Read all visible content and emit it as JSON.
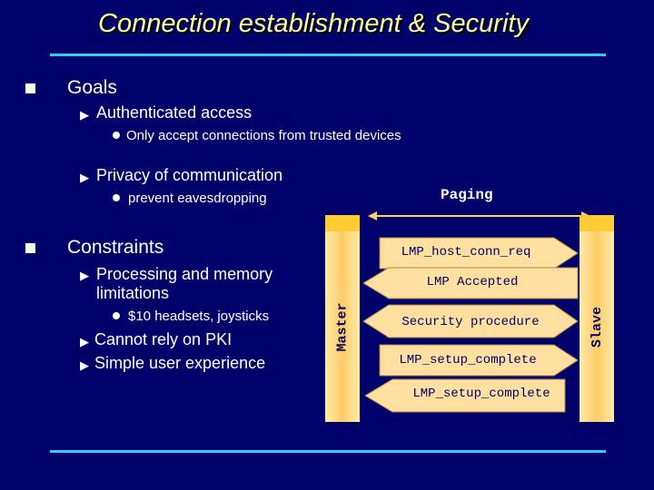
{
  "title": "Connection establishment & Security",
  "colors": {
    "background": "#00006b",
    "title": "#ffff99",
    "rule": "#33ccff",
    "bar": "#ffcc66",
    "arrow": "#ffe0a0"
  },
  "goals": {
    "heading": "Goals",
    "authenticated_access": "Authenticated access",
    "only_accept": "Only accept connections from trusted devices",
    "privacy": "Privacy of communication",
    "prevent": "prevent eavesdropping"
  },
  "constraints": {
    "heading": "Constraints",
    "processing": "Processing and memory limitations",
    "headsets": "$10 headsets, joysticks",
    "pki": "Cannot rely on PKI",
    "simple": "Simple user experience"
  },
  "diagram": {
    "paging": "Paging",
    "master": "Master",
    "slave": "Slave",
    "messages": {
      "host_conn_req": "LMP_host_conn_req",
      "accepted": "LMP Accepted",
      "security": "Security procedure",
      "setup_complete_1": "LMP_setup_complete",
      "setup_complete_2": "LMP_setup_complete"
    }
  }
}
